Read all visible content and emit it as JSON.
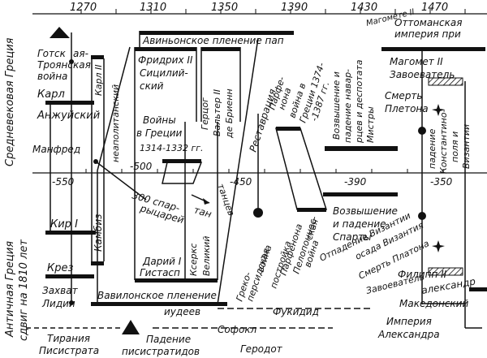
{
  "top_axis": {
    "years": [
      "1270",
      "1310",
      "1350",
      "1390",
      "1430",
      "1470"
    ]
  },
  "middle_axis": {
    "years": [
      "-550",
      "-500",
      "-450",
      "-390",
      "-350"
    ]
  },
  "left_labels": {
    "medieval": "Средневековая Греция",
    "ancient_1": "Античная Греция",
    "ancient_2": "сдвиг на 1810 лет"
  },
  "upper_labels": {
    "gothic_1": "Готск",
    "gothic_2": "Троянс",
    "gothic_3": "война",
    "gothic_col_1": "ая-",
    "gothic_col_2": "кая",
    "karl_2": "Карл II",
    "neapol": "неаполитанский",
    "karl_a": "Карл",
    "karl_b": "Анжуйский",
    "manfred": "Манфред",
    "avignon": "Авиньонское пленение пап",
    "fridrih_1": "Фридрих II",
    "fridrih_2": "Сицилий-",
    "fridrih_3": "ский",
    "wars_1": "Войны",
    "wars_2": "в Греции",
    "wars_3": "1314-1332 гг.",
    "gertsog_1": "Герцог",
    "gertsog_2": "Вальтер II",
    "gertsog_3": "де Бриенн",
    "restavr": "Реставрация",
    "parfen_1": "Парфе-",
    "parfen_2": "нона",
    "war_1374_1": "война в",
    "war_1374_2": "Греции 1374-",
    "war_1374_3": "-1387 гг.",
    "vozv_1": "Возвышение и",
    "vozv_2": "падение навар-",
    "vozv_3": "рцев и деспотата",
    "vozv_4": "Мистры",
    "ottoman_1": "Оттоманская",
    "ottoman_2": "империя при",
    "ottoman_3": "Магомете II",
    "magomet_1": "Магомет II",
    "magomet_2": "Завоеватель",
    "smert_1": "Смерть",
    "smert_2": "Плетона",
    "padenie_1": "падение",
    "padenie_2": "Константино-",
    "padenie_3": "поля и",
    "padenie_4": "Византии"
  },
  "lower_labels": {
    "spartan_1": "300 спар-",
    "spartan_2": "тан",
    "spartan_3": "рыцарей",
    "tantsev": "танцев",
    "kambiz": "Камбиз",
    "kir": "Кир I",
    "krez": "Крез",
    "zahvat_1": "Захват",
    "zahvat_2": "Лидии",
    "dariy_1": "Дарий I",
    "dariy_2": "Гистасп",
    "kserks_1": "Ксеркс",
    "kserks_2": "Великий",
    "babylon": "Вавилонское пленение",
    "iudeev": "иудеев",
    "greko_1": "Греко-",
    "greko_2": "персидская",
    "greko_3": "война",
    "postroika_1": "постройка",
    "postroika_2": "Парфенона",
    "pelopon_1": "Пелопоннес-",
    "pelopon_2": "ская",
    "pelopon_3": "война",
    "sparta_1": "Возвышение",
    "sparta_2": "и падение",
    "sparta_3": "Спарты",
    "otpad_1": "Отпадение Византии",
    "otpad_2": "осада Византия",
    "otpad_3": "Смерть Платона",
    "filipp_1": "Филипп II",
    "filipp_2": "Завоеватель",
    "filipp_3": "александр",
    "filipp_4": "Македонский",
    "fukidid": "Фукидид",
    "sofokl": "Софокл",
    "gerodot": "Геродот",
    "tirania_1": "Тирания",
    "tirania_2": "Писистрата",
    "pad_pis_1": "Падение",
    "pad_pis_2": "писистратидов",
    "imperia_1": "Империя",
    "imperia_2": "Александра"
  },
  "colors": {
    "ink": "#111111",
    "paper": "#ffffff"
  }
}
